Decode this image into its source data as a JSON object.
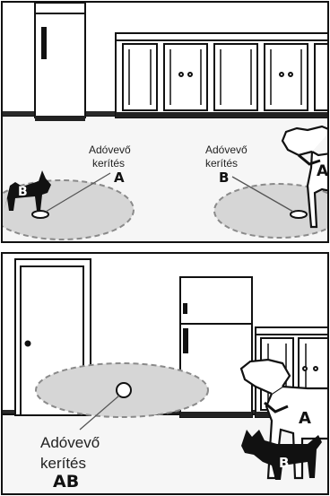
{
  "panel_top": {
    "label_a": {
      "line1": "Adóvevő",
      "line2": "kerítés",
      "code": "A"
    },
    "label_b": {
      "line1": "Adóvevő",
      "line2": "kerítés",
      "code": "B"
    },
    "dog_small_tag": "B",
    "dog_large_tag": "A"
  },
  "panel_bottom": {
    "label_ab": {
      "line1": "Adóvevő",
      "line2": "kerítés",
      "code": "AB"
    },
    "dog_large_tag": "A",
    "dog_small_tag": "B"
  },
  "colors": {
    "ink": "#111111",
    "floor_zone": "#d6d6d6",
    "floor": "#f2f2f2",
    "dash": "#8a8a8a"
  }
}
